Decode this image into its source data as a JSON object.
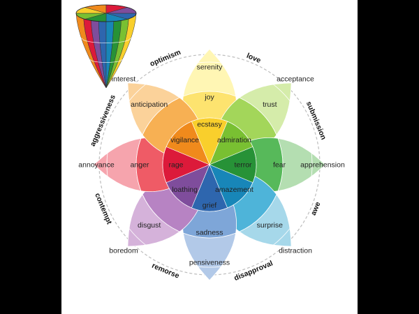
{
  "wheel": {
    "petals": [
      {
        "id": "yellow",
        "outer": "serenity",
        "middle": "joy",
        "inner": "ecstasy",
        "colors": [
          "#fff6b4",
          "#fde36f",
          "#f9cf2c"
        ]
      },
      {
        "id": "lightgreen",
        "outer": "acceptance",
        "middle": "trust",
        "inner": "admiration",
        "colors": [
          "#d5ecaa",
          "#a3d65a",
          "#79c032"
        ]
      },
      {
        "id": "green",
        "outer": "apprehension",
        "middle": "fear",
        "inner": "terror",
        "colors": [
          "#b4deb1",
          "#57b95a",
          "#279237"
        ]
      },
      {
        "id": "teal",
        "outer": "distraction",
        "middle": "surprise",
        "inner": "amazement",
        "colors": [
          "#a6d8ea",
          "#4eb4d9",
          "#1886b8"
        ]
      },
      {
        "id": "blue",
        "outer": "pensiveness",
        "middle": "sadness",
        "inner": "grief",
        "colors": [
          "#b2c9e8",
          "#7ea6d8",
          "#2e66ae"
        ]
      },
      {
        "id": "purple",
        "outer": "boredom",
        "middle": "disgust",
        "inner": "loathing",
        "colors": [
          "#d5b2da",
          "#b783c3",
          "#7f4d9c"
        ]
      },
      {
        "id": "red",
        "outer": "annoyance",
        "middle": "anger",
        "inner": "rage",
        "colors": [
          "#f6a4ad",
          "#ef5b66",
          "#dc1a3a"
        ]
      },
      {
        "id": "orange",
        "outer": "interest",
        "middle": "anticipation",
        "inner": "vigilance",
        "colors": [
          "#fbd29a",
          "#f7b053",
          "#f08a1c"
        ]
      }
    ],
    "dyads": [
      "love",
      "submission",
      "awe",
      "disapproval",
      "remorse",
      "contempt",
      "aggressiveness",
      "optimism"
    ]
  },
  "cone": {
    "colors": [
      "#f08a1c",
      "#dc1a3a",
      "#7f4d9c",
      "#2e66ae",
      "#1886b8",
      "#279237",
      "#79c032",
      "#f9cf2c"
    ]
  }
}
